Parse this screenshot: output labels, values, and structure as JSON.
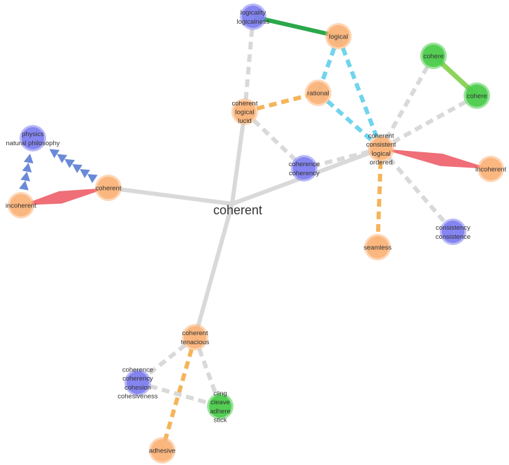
{
  "colors": {
    "orange": "#fbb47a",
    "blue": "#7f7ff0",
    "green": "#4ccc4c",
    "gray_edge": "#d9d9d9",
    "orange_edge": "#f5b45a",
    "cyan_edge": "#70d4ec",
    "green_edge": "#2aa84a",
    "lime_edge": "#8cd45a",
    "red_edge": "#ee6670",
    "blue_arrow": "#6a8ad8",
    "text": "#333333"
  },
  "center": {
    "label": "coherent"
  },
  "nodes": [
    {
      "id": "logicality",
      "color": "blue",
      "lines": [
        "logicality",
        "logicalness"
      ]
    },
    {
      "id": "logical_top",
      "color": "orange",
      "lines": [
        "logical"
      ]
    },
    {
      "id": "rational",
      "color": "orange",
      "lines": [
        "rational"
      ]
    },
    {
      "id": "cll",
      "color": "orange",
      "lines": [
        "coherent",
        "logical",
        "lucid"
      ]
    },
    {
      "id": "cohere1",
      "color": "green",
      "lines": [
        "cohere"
      ]
    },
    {
      "id": "cohere2",
      "color": "green",
      "lines": [
        "cohere"
      ]
    },
    {
      "id": "hub",
      "color": "orange",
      "lines": [
        "coherent",
        "consistent",
        "logical",
        "ordered"
      ]
    },
    {
      "id": "incoherent_r",
      "color": "orange",
      "lines": [
        "incoherent"
      ]
    },
    {
      "id": "coherence1",
      "color": "blue",
      "lines": [
        "coherence",
        "coherency"
      ]
    },
    {
      "id": "seamless",
      "color": "orange",
      "lines": [
        "seamless"
      ]
    },
    {
      "id": "consistency",
      "color": "blue",
      "lines": [
        "consistency",
        "consistence"
      ]
    },
    {
      "id": "physics",
      "color": "blue",
      "lines": [
        "physics",
        "natural philosophy"
      ]
    },
    {
      "id": "coherent_l",
      "color": "orange",
      "lines": [
        "coherent"
      ]
    },
    {
      "id": "incoherent_l",
      "color": "orange",
      "lines": [
        "incoherent"
      ]
    },
    {
      "id": "tenacious",
      "color": "orange",
      "lines": [
        "coherent",
        "tenacious"
      ]
    },
    {
      "id": "coherence2",
      "color": "blue",
      "lines": [
        "coherence",
        "coherency",
        "cohesion",
        "cohesiveness"
      ]
    },
    {
      "id": "cling",
      "color": "green",
      "lines": [
        "cling",
        "cleave",
        "adhere",
        "stick"
      ]
    },
    {
      "id": "adhesive",
      "color": "orange",
      "lines": [
        "adhesive"
      ]
    }
  ],
  "edges": [
    {
      "from": "center",
      "to": "cll",
      "style": "gray_solid"
    },
    {
      "from": "center",
      "to": "hub",
      "style": "gray_solid"
    },
    {
      "from": "center",
      "to": "coherent_l",
      "style": "gray_solid"
    },
    {
      "from": "center",
      "to": "tenacious",
      "style": "gray_solid"
    },
    {
      "from": "logicality",
      "to": "logical_top",
      "style": "green_solid"
    },
    {
      "from": "logicality",
      "to": "cll",
      "style": "gray_dash"
    },
    {
      "from": "cll",
      "to": "rational",
      "style": "orange_dash"
    },
    {
      "from": "cll",
      "to": "coherence1",
      "style": "gray_dash"
    },
    {
      "from": "logical_top",
      "to": "rational",
      "style": "cyan_dash"
    },
    {
      "from": "logical_top",
      "to": "hub",
      "style": "cyan_dash"
    },
    {
      "from": "rational",
      "to": "hub",
      "style": "cyan_dash"
    },
    {
      "from": "cohere1",
      "to": "cohere2",
      "style": "lime_solid"
    },
    {
      "from": "cohere1",
      "to": "hub",
      "style": "gray_dash"
    },
    {
      "from": "cohere2",
      "to": "hub",
      "style": "gray_dash"
    },
    {
      "from": "hub",
      "to": "incoherent_r",
      "style": "red_taper"
    },
    {
      "from": "hub",
      "to": "coherence1",
      "style": "gray_dash"
    },
    {
      "from": "hub",
      "to": "seamless",
      "style": "orange_dash"
    },
    {
      "from": "hub",
      "to": "consistency",
      "style": "gray_dash"
    },
    {
      "from": "coherent_l",
      "to": "physics",
      "style": "blue_arrows"
    },
    {
      "from": "incoherent_l",
      "to": "physics",
      "style": "blue_arrows"
    },
    {
      "from": "coherent_l",
      "to": "incoherent_l",
      "style": "red_taper"
    },
    {
      "from": "tenacious",
      "to": "coherence2",
      "style": "gray_dash"
    },
    {
      "from": "tenacious",
      "to": "cling",
      "style": "gray_dash"
    },
    {
      "from": "tenacious",
      "to": "adhesive",
      "style": "orange_dash"
    },
    {
      "from": "coherence2",
      "to": "cling",
      "style": "gray_dash"
    }
  ]
}
